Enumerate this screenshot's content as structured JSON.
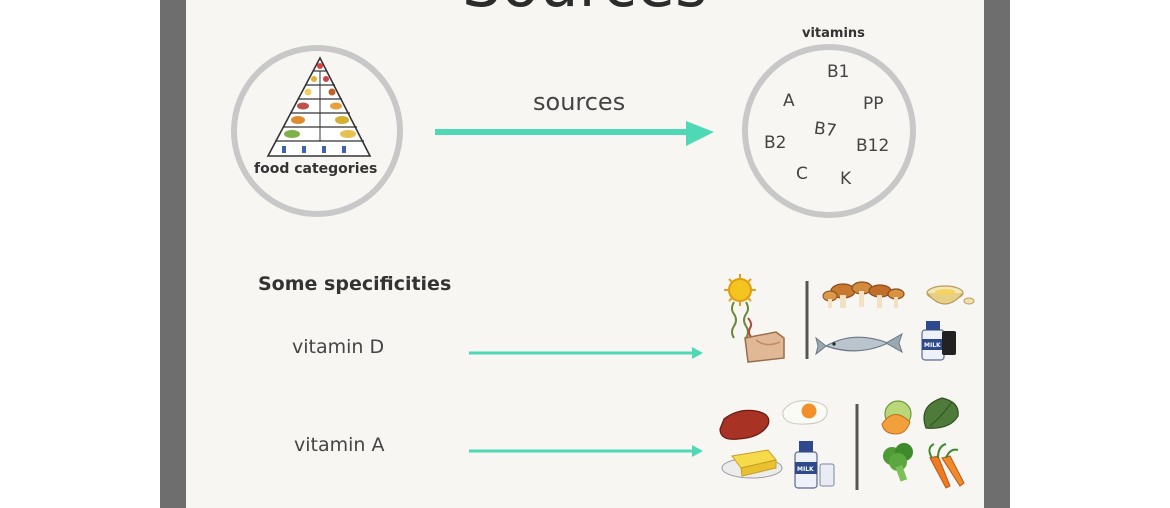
{
  "slide": {
    "title": "Sources",
    "food_categories_label": "food categories",
    "vitamins_label": "vitamins",
    "sources_label": "sources",
    "vitamin_letters": [
      "B1",
      "A",
      "PP",
      "B2",
      "B7",
      "B12",
      "C",
      "K"
    ],
    "specificities_heading": "Some specificities",
    "vitamin_d_label": "vitamin D",
    "vitamin_a_label": "vitamin A",
    "milk_label": "MILK"
  },
  "colors": {
    "arrow": "#4fd8b6",
    "circle_border": "#c8c8c8",
    "side_bars": "#6e6e6e",
    "slide_bg": "#f8f6f3"
  },
  "icons": {
    "vitamin_d_sources": [
      "sun-skin-icon",
      "mushrooms-icon",
      "egg-yolk-bowl-icon",
      "fish-icon",
      "milk-bottle-icon"
    ],
    "vitamin_a_sources": [
      "liver-icon",
      "fried-egg-icon",
      "butter-icon",
      "milk-bottle-icon",
      "melon-icon",
      "spinach-icon",
      "broccoli-icon",
      "carrot-icon"
    ]
  }
}
